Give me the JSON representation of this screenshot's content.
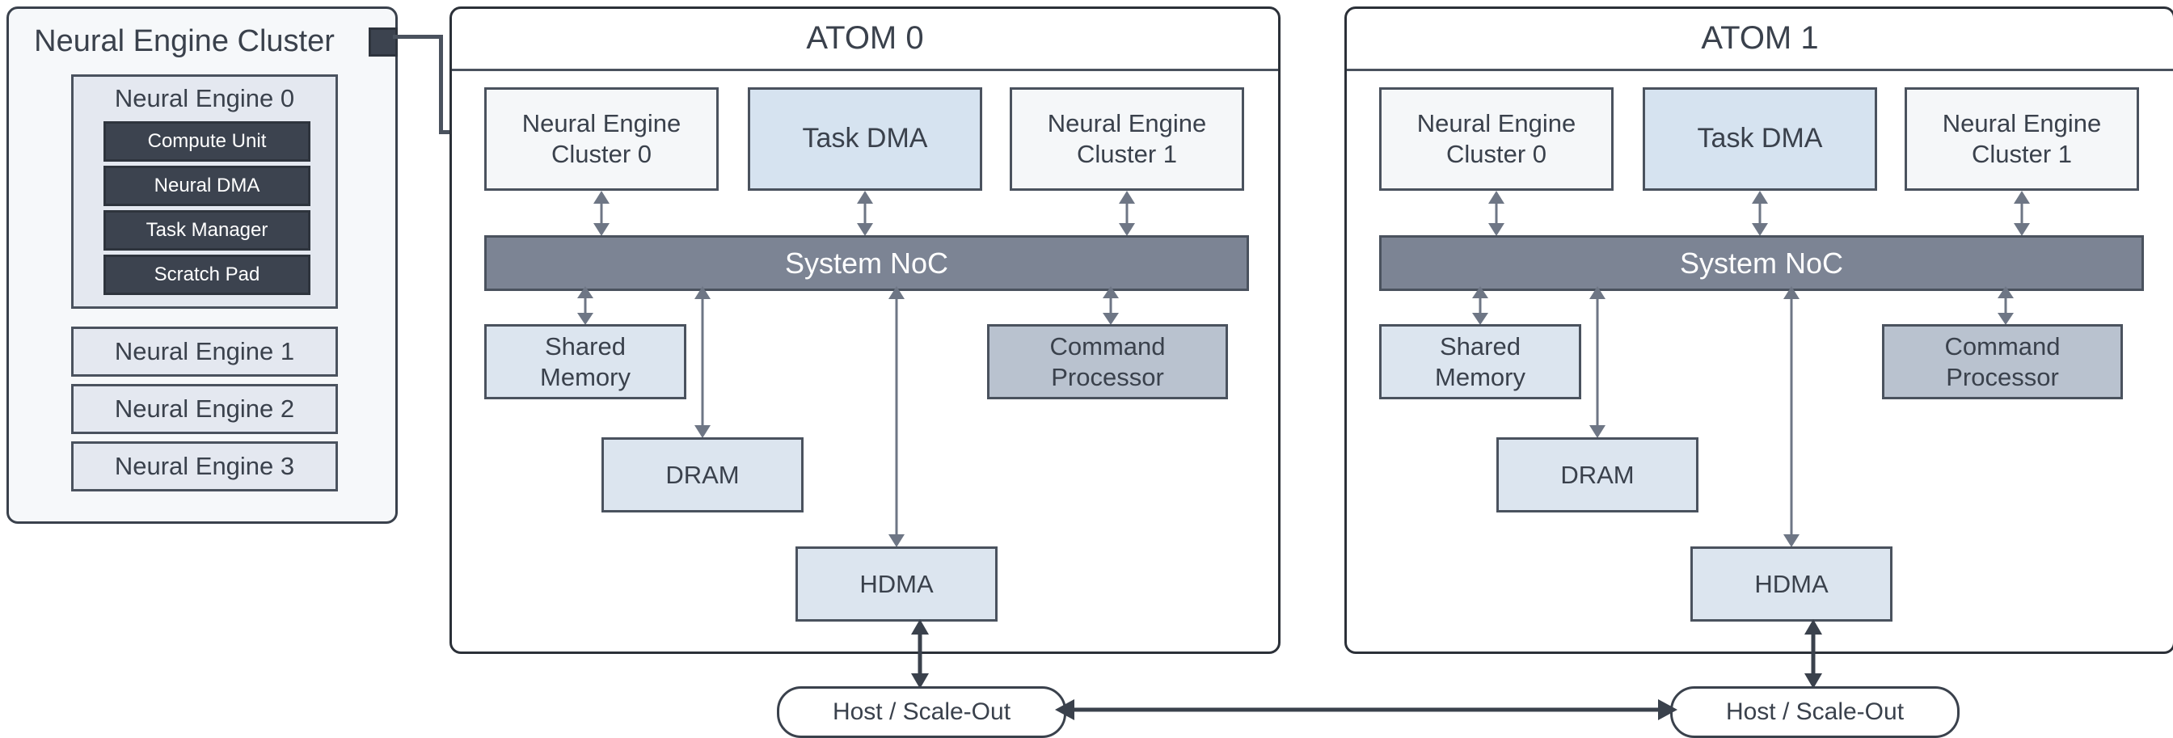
{
  "diagram": {
    "cluster_panel": {
      "title": "Neural Engine Cluster",
      "tap_icon": "connector-port-icon",
      "engine0": {
        "label": "Neural Engine 0",
        "subunits": [
          "Compute Unit",
          "Neural DMA",
          "Task Manager",
          "Scratch Pad"
        ]
      },
      "engines": [
        "Neural Engine 1",
        "Neural Engine 2",
        "Neural Engine 3"
      ]
    },
    "atoms": [
      {
        "title": "ATOM 0",
        "top_row": [
          "Neural Engine\nCluster 0",
          "Task DMA",
          "Neural Engine\nCluster 1"
        ],
        "noc": "System NoC",
        "shared_memory": "Shared\nMemory",
        "command_processor": "Command\nProcessor",
        "dram": "DRAM",
        "hdma": "HDMA",
        "host": "Host / Scale-Out"
      },
      {
        "title": "ATOM 1",
        "top_row": [
          "Neural Engine\nCluster 0",
          "Task DMA",
          "Neural Engine\nCluster 1"
        ],
        "noc": "System NoC",
        "shared_memory": "Shared\nMemory",
        "command_processor": "Command\nProcessor",
        "dram": "DRAM",
        "hdma": "HDMA",
        "host": "Host / Scale-Out"
      }
    ],
    "colors": {
      "outline": "#3a414c",
      "box_outline": "#4a525e",
      "panel_bg": "#f6f8fa",
      "engine_bg": "#e4e8f0",
      "subunit_bg": "#3c434f",
      "subunit_text": "#ffffff",
      "cluster_box_bg": "#f5f7f9",
      "task_dma_bg": "#d6e3f0",
      "noc_bg": "#7c8494",
      "noc_text": "#ffffff",
      "memory_bg": "#dce5ef",
      "command_processor_bg": "#b9c2cf",
      "arrow": "#6e7685",
      "arrow_dark": "#3a414c",
      "page_bg": "#ffffff"
    }
  }
}
